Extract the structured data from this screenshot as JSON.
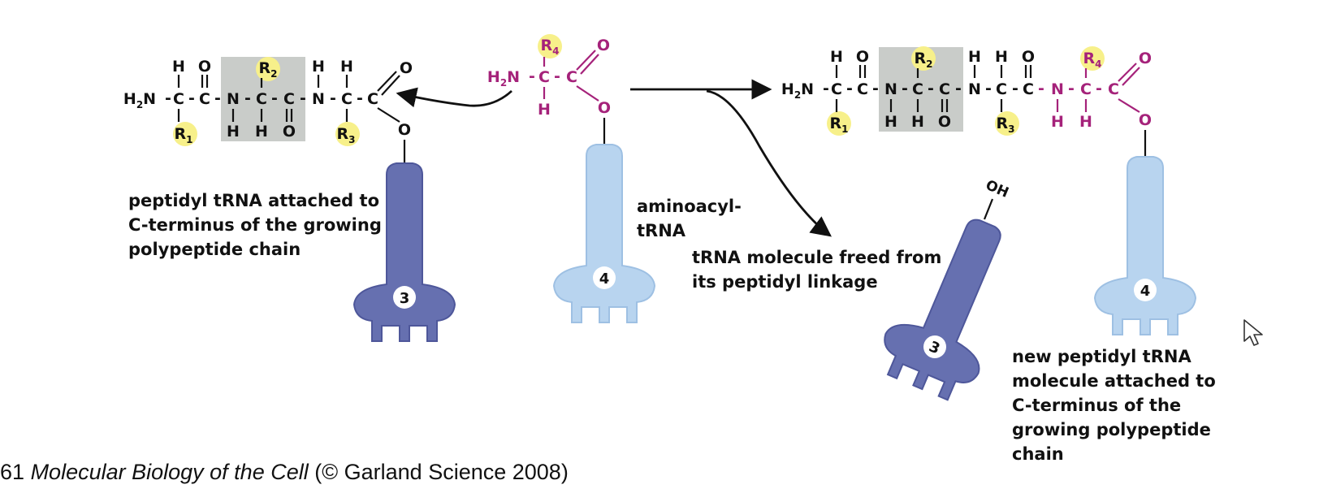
{
  "colors": {
    "black": "#111111",
    "magenta": "#a5227a",
    "yellow_highlight": "#f7f08a",
    "gray_box": "#c9ccc9",
    "trna_dark": "#6670b0",
    "trna_light": "#b8d4ef"
  },
  "labels": {
    "peptidyl_left": [
      "peptidyl tRNA attached to",
      "C-terminus of the growing",
      "polypeptide chain"
    ],
    "aminoacyl": [
      "aminoacyl-",
      "tRNA"
    ],
    "freed": [
      "tRNA molecule freed from",
      "its peptidyl linkage"
    ],
    "new_peptidyl": [
      "new peptidyl tRNA",
      "molecule  attached to",
      "C-terminus of  the",
      "growing  polypeptide",
      "chain"
    ],
    "oh": "OH"
  },
  "trna": {
    "left_number": "3",
    "middle_number": "4",
    "freed_number": "3",
    "right_number": "4"
  },
  "caption": {
    "prefix": "61",
    "title": "Molecular Biology of the Cell",
    "suffix": "(© Garland Science 2008)"
  },
  "icons": {
    "cursor": "mouse-pointer-icon",
    "arrow": "reaction-arrow-icon"
  }
}
